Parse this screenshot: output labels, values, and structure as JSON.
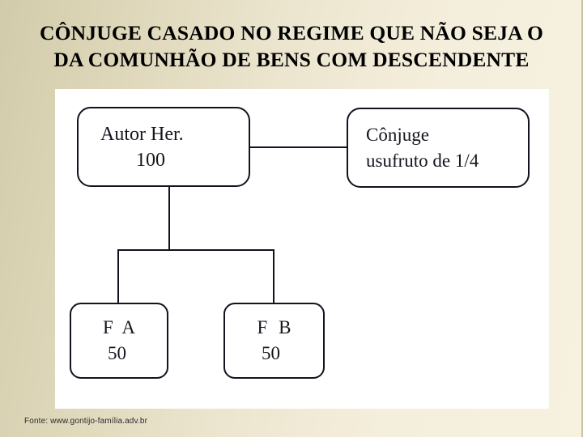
{
  "slide": {
    "title_lines": [
      "CÔNJUGE CASADO NO REGIME QUE NÃO SEJA O",
      "DA COMUNHÃO DE BENS COM DESCENDENTE"
    ],
    "footer_note": "Fonte: www.gontijo-família.adv.br",
    "colors": {
      "background_left": "#d2cbab",
      "background_right": "#f7f1e0",
      "panel": "#ffffff",
      "ink": "#10121e",
      "title_text": "#000000"
    }
  },
  "diagram": {
    "type": "tree",
    "nodes": [
      {
        "id": "autor",
        "line1": "Autor Her.",
        "line2": "100"
      },
      {
        "id": "conjuge",
        "line1": "Cônjuge",
        "line2": "usufruto de 1/4"
      },
      {
        "id": "fa",
        "line1": "F A",
        "line2": "50"
      },
      {
        "id": "fb",
        "line1": "F B",
        "line2": "50"
      }
    ],
    "edges": [
      {
        "from": "autor",
        "to": "conjuge",
        "style": "horizontal"
      },
      {
        "from": "autor",
        "to": "fa",
        "style": "elbow"
      },
      {
        "from": "autor",
        "to": "fb",
        "style": "elbow"
      }
    ]
  }
}
